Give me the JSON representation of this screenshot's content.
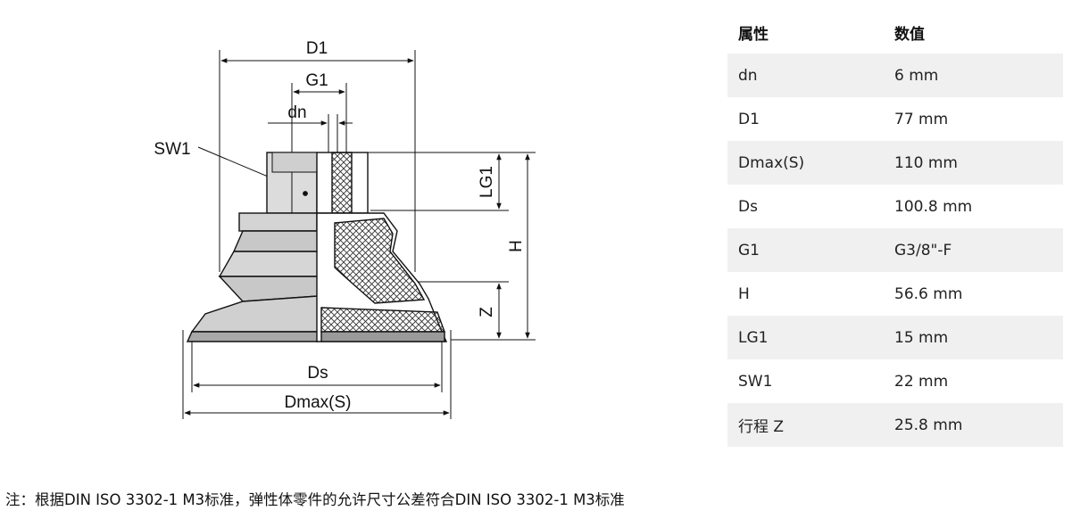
{
  "drawing": {
    "labels": {
      "d1": "D1",
      "g1": "G1",
      "dn": "dn",
      "sw1": "SW1",
      "lg1": "LG1",
      "h": "H",
      "z": "Z",
      "ds": "Ds",
      "dmax": "Dmax(S)"
    }
  },
  "table": {
    "headers": {
      "property": "属性",
      "value": "数值"
    },
    "rows": [
      {
        "property": "dn",
        "value": "6 mm"
      },
      {
        "property": "D1",
        "value": "77 mm"
      },
      {
        "property": "Dmax(S)",
        "value": "110 mm"
      },
      {
        "property": "Ds",
        "value": "100.8 mm"
      },
      {
        "property": "G1",
        "value": "G3/8\"-F"
      },
      {
        "property": "H",
        "value": "56.6 mm"
      },
      {
        "property": "LG1",
        "value": "15 mm"
      },
      {
        "property": "SW1",
        "value": "22 mm"
      },
      {
        "property": "行程 Z",
        "value": "25.8 mm"
      }
    ]
  },
  "footnote": "注：根据DIN ISO 3302-1 M3标准，弹性体零件的允许尺寸公差符合DIN ISO 3302-1 M3标准"
}
